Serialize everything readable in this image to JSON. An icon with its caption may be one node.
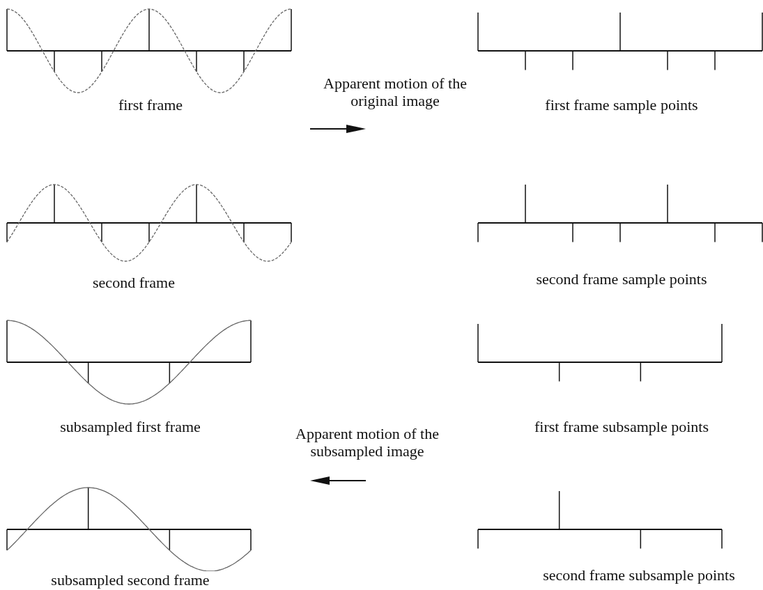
{
  "diagram": {
    "labels": [
      "first frame",
      "Apparent motion of the original image",
      "first frame sample points",
      "second frame",
      "second frame sample points",
      "subsampled first frame",
      "Apparent motion of the subsampled image",
      "first frame subsample points",
      "subsampled second frame",
      "second frame subsample points"
    ]
  }
}
